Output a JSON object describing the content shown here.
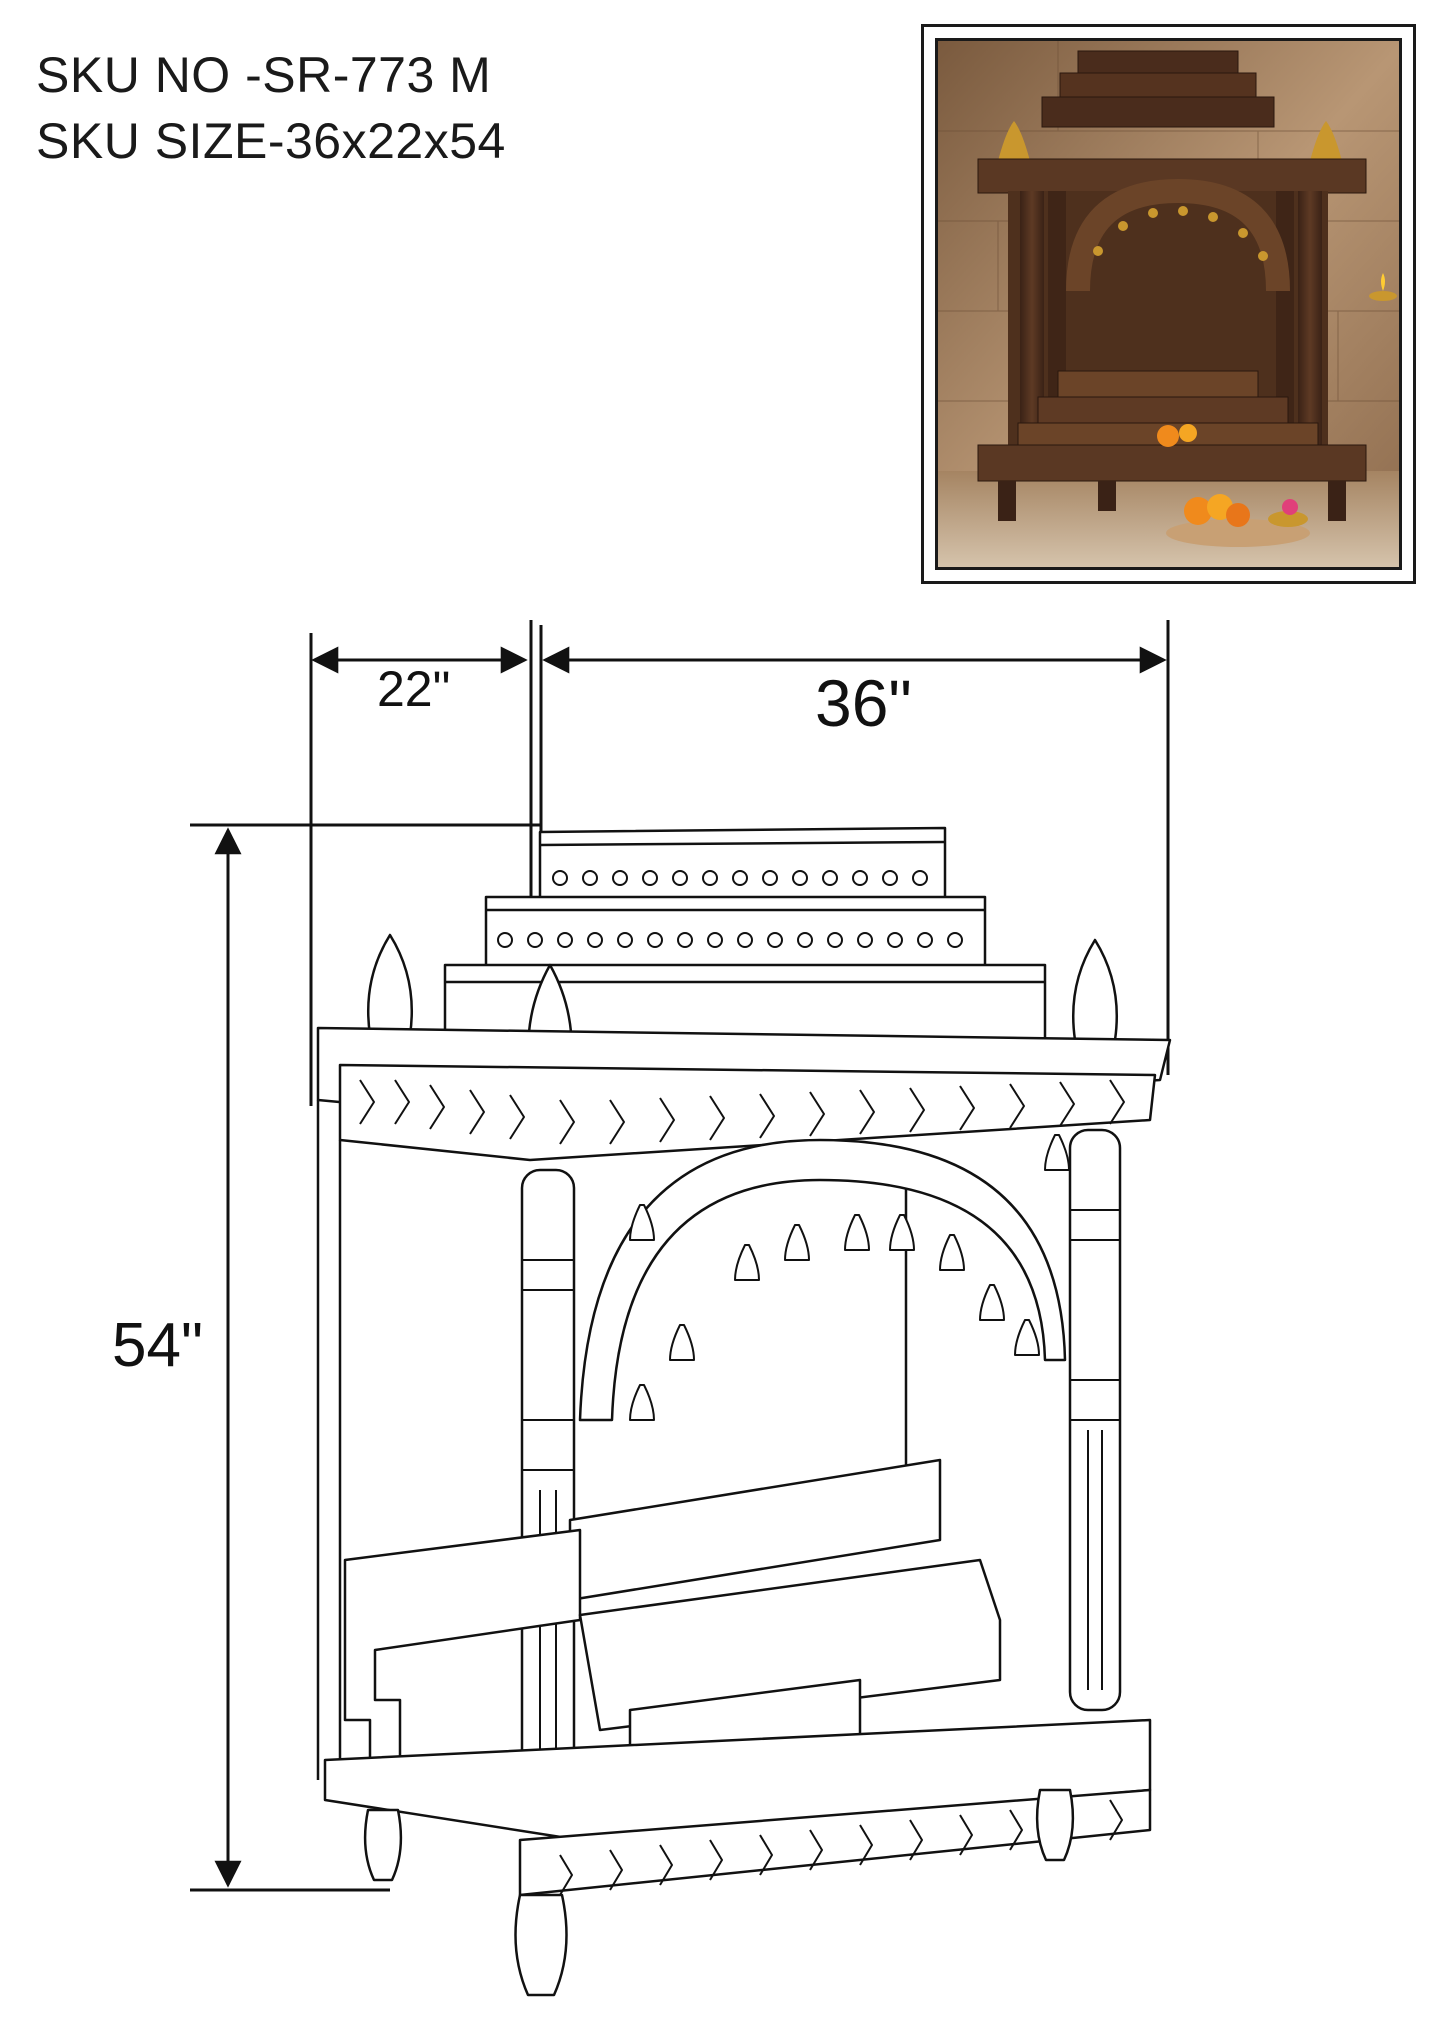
{
  "sku": {
    "number_line": "SKU NO -SR-773 M",
    "size_line": "SKU SIZE-36x22x54"
  },
  "dimensions": {
    "depth": "22\"",
    "width": "36\"",
    "height": "54\""
  },
  "colors": {
    "line": "#111111",
    "wood_dark": "#3b2418",
    "wood_mid": "#5a3823",
    "wall": "#b99a78",
    "marigold": "#f08a1c",
    "brass": "#c9972e"
  }
}
